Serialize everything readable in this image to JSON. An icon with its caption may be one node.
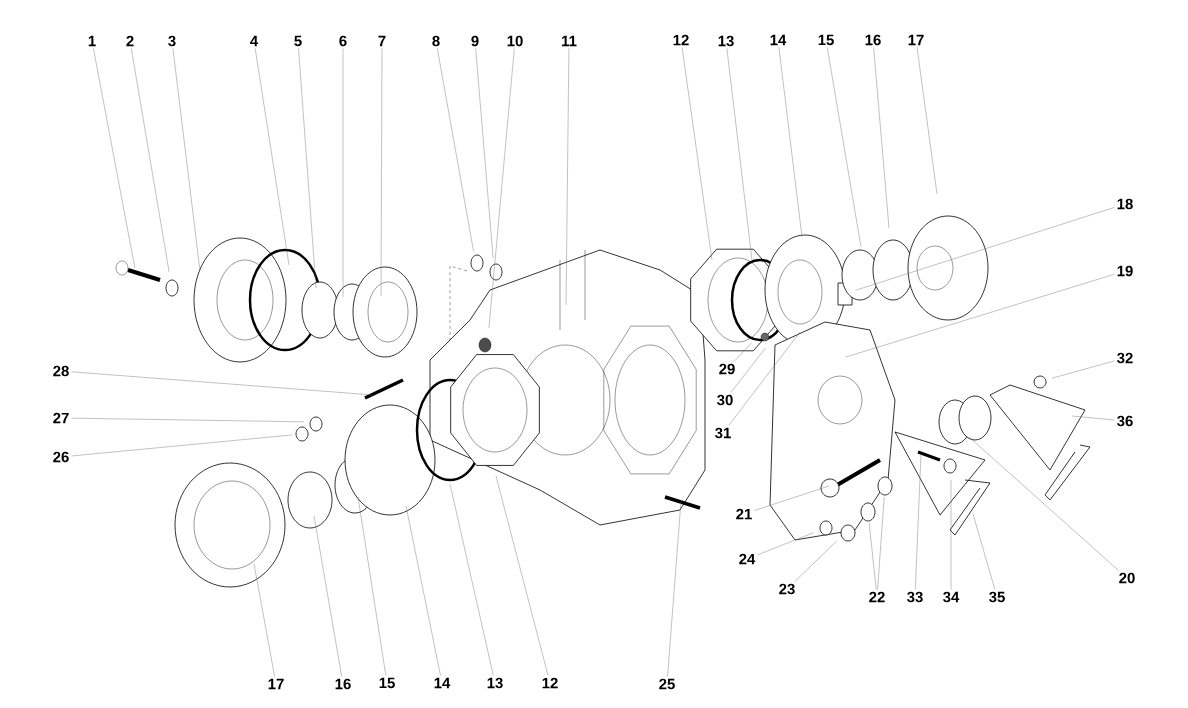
{
  "diagram": {
    "nodes": [
      {
        "text": [
          "1"
        ]
      },
      {
        "text": [
          "2"
        ]
      },
      {
        "text": [
          "3"
        ]
      },
      {
        "text": [
          "4"
        ]
      },
      {
        "text": [
          "5"
        ]
      },
      {
        "text": [
          "6"
        ]
      },
      {
        "text": [
          "7"
        ]
      },
      {
        "text": [
          "8"
        ]
      },
      {
        "text": [
          "9"
        ]
      },
      {
        "text": [
          "10"
        ]
      },
      {
        "text": [
          "11"
        ]
      },
      {
        "text": [
          "12"
        ]
      },
      {
        "text": [
          "13"
        ]
      },
      {
        "text": [
          "14"
        ]
      },
      {
        "text": [
          "15"
        ]
      },
      {
        "text": [
          "16"
        ]
      },
      {
        "text": [
          "17"
        ]
      },
      {
        "text": [
          "18"
        ]
      },
      {
        "text": [
          "19"
        ]
      },
      {
        "text": [
          "28"
        ]
      },
      {
        "text": [
          "32"
        ]
      },
      {
        "text": [
          "29"
        ]
      },
      {
        "text": [
          "27"
        ]
      },
      {
        "text": [
          "30"
        ]
      },
      {
        "text": [
          "36"
        ]
      },
      {
        "text": [
          "26"
        ]
      },
      {
        "text": [
          "31"
        ]
      },
      {
        "text": [
          "21"
        ]
      },
      {
        "text": [
          "24"
        ]
      },
      {
        "text": [
          "23"
        ]
      },
      {
        "text": [
          "20"
        ]
      },
      {
        "text": [
          "22"
        ]
      },
      {
        "text": [
          "33"
        ]
      },
      {
        "text": [
          "34"
        ]
      },
      {
        "text": [
          "35"
        ]
      },
      {
        "text": [
          "17"
        ]
      },
      {
        "text": [
          "16"
        ]
      },
      {
        "text": [
          "15"
        ]
      },
      {
        "text": [
          "14"
        ]
      },
      {
        "text": [
          "13"
        ]
      },
      {
        "text": [
          "12"
        ]
      },
      {
        "text": [
          "25"
        ]
      }
    ],
    "edges": [
      {
        "from": 0,
        "to": null,
        "arrow": "none"
      },
      {
        "from": 1,
        "to": null,
        "arrow": "none"
      },
      {
        "from": 2,
        "to": null,
        "arrow": "none"
      },
      {
        "from": 3,
        "to": null,
        "arrow": "none"
      },
      {
        "from": 4,
        "to": null,
        "arrow": "none"
      },
      {
        "from": 5,
        "to": null,
        "arrow": "none"
      },
      {
        "from": 6,
        "to": null,
        "arrow": "none"
      },
      {
        "from": 7,
        "to": null,
        "arrow": "none"
      },
      {
        "from": 8,
        "to": null,
        "arrow": "none"
      },
      {
        "from": 9,
        "to": null,
        "arrow": "none"
      },
      {
        "from": 10,
        "to": null,
        "arrow": "none"
      },
      {
        "from": 11,
        "to": null,
        "arrow": "none"
      },
      {
        "from": 12,
        "to": null,
        "arrow": "none"
      },
      {
        "from": 13,
        "to": null,
        "arrow": "none"
      },
      {
        "from": 14,
        "to": null,
        "arrow": "none"
      },
      {
        "from": 15,
        "to": null,
        "arrow": "none"
      },
      {
        "from": 16,
        "to": null,
        "arrow": "none"
      },
      {
        "from": 17,
        "to": null,
        "arrow": "none"
      },
      {
        "from": 18,
        "to": null,
        "arrow": "none"
      },
      {
        "from": 19,
        "to": null,
        "arrow": "none"
      },
      {
        "from": 20,
        "to": null,
        "arrow": "none"
      },
      {
        "from": 21,
        "to": null,
        "arrow": "none"
      },
      {
        "from": 22,
        "to": null,
        "arrow": "none"
      },
      {
        "from": 23,
        "to": null,
        "arrow": "none"
      },
      {
        "from": 24,
        "to": null,
        "arrow": "none"
      },
      {
        "from": 25,
        "to": null,
        "arrow": "none"
      },
      {
        "from": 26,
        "to": null,
        "arrow": "none"
      },
      {
        "from": 27,
        "to": null,
        "arrow": "none"
      },
      {
        "from": 28,
        "to": null,
        "arrow": "none"
      },
      {
        "from": 29,
        "to": null,
        "arrow": "none"
      },
      {
        "from": 30,
        "to": null,
        "arrow": "none"
      },
      {
        "from": 31,
        "to": null,
        "arrow": "none"
      },
      {
        "from": 31,
        "to": null,
        "arrow": "none"
      },
      {
        "from": 32,
        "to": null,
        "arrow": "none"
      },
      {
        "from": 33,
        "to": null,
        "arrow": "none"
      },
      {
        "from": 34,
        "to": null,
        "arrow": "none"
      },
      {
        "from": 35,
        "to": null,
        "arrow": "none"
      },
      {
        "from": 36,
        "to": null,
        "arrow": "none"
      },
      {
        "from": 37,
        "to": null,
        "arrow": "none"
      },
      {
        "from": 38,
        "to": null,
        "arrow": "none"
      },
      {
        "from": 39,
        "to": null,
        "arrow": "none"
      },
      {
        "from": 40,
        "to": null,
        "arrow": "none"
      },
      {
        "from": 41,
        "to": null,
        "arrow": "none"
      }
    ]
  }
}
